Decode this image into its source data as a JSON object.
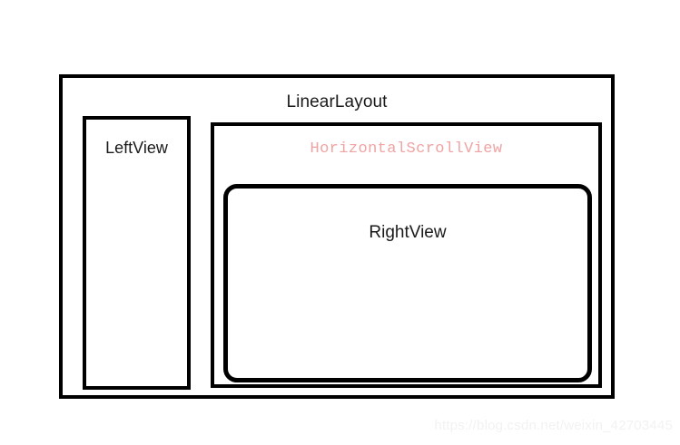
{
  "diagram": {
    "title": "Android view hierarchy diagram",
    "background_color": "#ffffff",
    "outer": {
      "name": "LinearLayout",
      "label": "LinearLayout",
      "border_color": "#000000",
      "text_color": "#1a1a1a"
    },
    "left": {
      "name": "LeftView",
      "label": "LeftView",
      "border_color": "#000000",
      "text_color": "#1a1a1a"
    },
    "scroll": {
      "name": "HorizontalScrollView",
      "label": "HorizontalScrollView",
      "border_color": "#000000",
      "text_color": "#f0a3a3"
    },
    "right": {
      "name": "RightView",
      "label": "RightView",
      "border_color": "#000000",
      "text_color": "#1a1a1a"
    }
  },
  "watermark": {
    "text": "https://blog.csdn.net/weixin_42703445",
    "color": "#f2f2f2"
  }
}
